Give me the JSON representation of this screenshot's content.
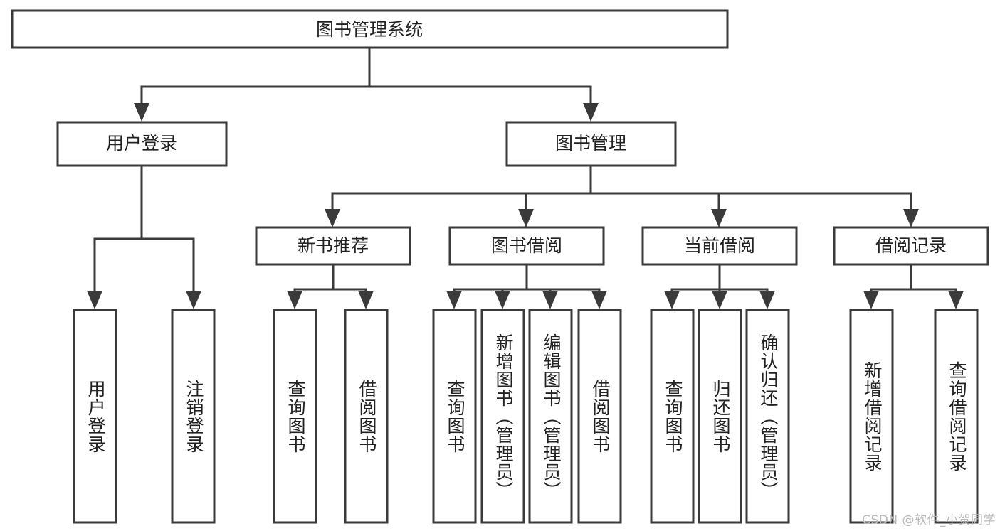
{
  "diagram": {
    "type": "tree-hierarchy",
    "orientation": "top-down",
    "title": "图书管理系统",
    "watermark": "CSDN @软件_小贺同学",
    "colors": {
      "background": "#ffffff",
      "box_fill": "#ffffff",
      "box_stroke": "#3a3a3a",
      "connector": "#3a3a3a",
      "text": "#222222",
      "watermark": "#b9b9b9"
    },
    "root": {
      "label": "图书管理系统"
    },
    "level2": [
      {
        "label": "用户登录"
      },
      {
        "label": "图书管理"
      }
    ],
    "level3": [
      {
        "label": "新书推荐",
        "parent": "图书管理"
      },
      {
        "label": "图书借阅",
        "parent": "图书管理"
      },
      {
        "label": "当前借阅",
        "parent": "图书管理"
      },
      {
        "label": "借阅记录",
        "parent": "图书管理"
      }
    ],
    "leaves": {
      "用户登录": [
        "用户登录",
        "注销登录"
      ],
      "新书推荐": [
        "查询图书",
        "借阅图书"
      ],
      "图书借阅": [
        "查询图书",
        "新增图书（管理员）",
        "编辑图书（管理员）",
        "借阅图书"
      ],
      "当前借阅": [
        "查询图书",
        "归还图书",
        "确认归还（管理员）"
      ],
      "借阅记录": [
        "新增借阅记录",
        "查询借阅记录"
      ]
    }
  }
}
